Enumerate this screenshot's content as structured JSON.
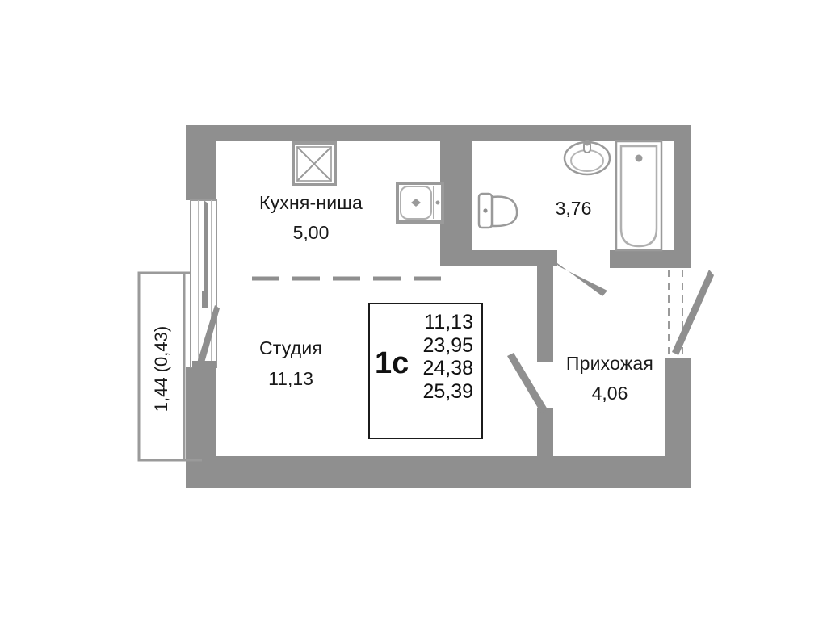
{
  "plan": {
    "type": "apartment-floor-plan",
    "unit_code": "1с",
    "areas_box": [
      "11,13",
      "23,95",
      "24,38",
      "25,39"
    ],
    "wall_color": "#8f8f8f",
    "fixture_color": "#9a9a9a",
    "text_color": "#1a1a1a",
    "background": "#ffffff"
  },
  "rooms": [
    {
      "id": "kitchen-niche",
      "name": "Кухня-ниша",
      "area": "5,00"
    },
    {
      "id": "studio",
      "name": "Студия",
      "area": "11,13"
    },
    {
      "id": "bathroom",
      "name": "",
      "area": "3,76"
    },
    {
      "id": "hallway",
      "name": "Прихожая",
      "area": "4,06"
    }
  ],
  "balcony": {
    "label": "1,44 (0,43)"
  },
  "fixtures": [
    {
      "id": "stove",
      "icon": "stove-icon",
      "room": "kitchen-niche"
    },
    {
      "id": "sink",
      "icon": "kitchen-sink-icon",
      "room": "kitchen-niche"
    },
    {
      "id": "toilet",
      "icon": "toilet-icon",
      "room": "bathroom"
    },
    {
      "id": "washbasin",
      "icon": "washbasin-icon",
      "room": "bathroom"
    },
    {
      "id": "bathtub",
      "icon": "bathtub-icon",
      "room": "bathroom"
    }
  ],
  "doors": [
    {
      "id": "balcony-door",
      "icon": "door-swing-icon"
    },
    {
      "id": "bathroom-door",
      "icon": "door-swing-icon"
    },
    {
      "id": "studio-door",
      "icon": "door-swing-icon"
    },
    {
      "id": "entrance-door",
      "icon": "door-swing-icon"
    }
  ]
}
